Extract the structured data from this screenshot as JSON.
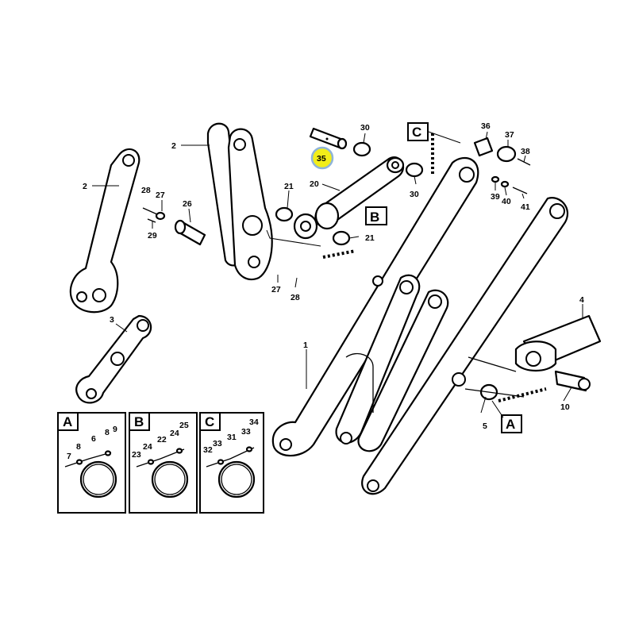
{
  "highlight": {
    "label": "35",
    "fill_color": "#f2ee1a",
    "ring_color": "#8fb4d9"
  },
  "callouts": {
    "p1": "1",
    "p2a": "2",
    "p2b": "2",
    "p3": "3",
    "p4": "4",
    "p5": "5",
    "p10": "10",
    "p20": "20",
    "p21a": "21",
    "p21b": "21",
    "p26": "26",
    "p27a": "27",
    "p27b": "27",
    "p28a": "28",
    "p28b": "28",
    "p29": "29",
    "p30a": "30",
    "p30b": "30",
    "p36": "36",
    "p37": "37",
    "p38": "38",
    "p39": "39",
    "p40": "40",
    "p41": "41"
  },
  "section_markers": {
    "b": "B",
    "c": "C",
    "a": "A"
  },
  "insets": [
    {
      "letter": "A",
      "labels": [
        "7",
        "8",
        "6",
        "8",
        "9"
      ]
    },
    {
      "letter": "B",
      "labels": [
        "23",
        "24",
        "22",
        "24",
        "25"
      ]
    },
    {
      "letter": "C",
      "labels": [
        "32",
        "33",
        "31",
        "33",
        "34"
      ]
    }
  ]
}
